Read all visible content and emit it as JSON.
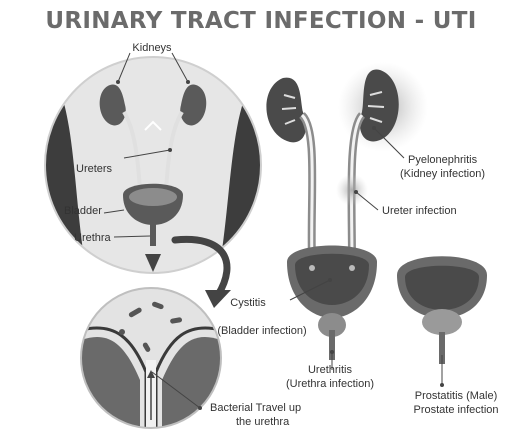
{
  "title": "URINARY TRACT INFECTION - UTI",
  "labels": {
    "kidneys": "Kidneys",
    "ureters": "Ureters",
    "bladder": "Bladder",
    "urethra": "Urethra",
    "pyelonephritis": "Pyelonephritis",
    "pyelonephritis_sub": "(Kidney infection)",
    "ureter_infection": "Ureter infection",
    "cystitis": "Cystitis",
    "cystitis_sub": "(Bladder infection)",
    "urethritis": "Urethritis",
    "urethritis_sub": "(Urethra infection)",
    "prostatitis": "Prostatitis (Male)",
    "prostatitis_sub": "Prostate infection",
    "bacterial": "Bacterial Travel up",
    "bacterial_sub": "the urethra"
  },
  "colors": {
    "title": "#6b6b6b",
    "organ_dark": "#4a4a4a",
    "organ_mid": "#8c8c8c",
    "organ_light": "#c9c9c9",
    "background_circle": "#d6d6d6"
  }
}
